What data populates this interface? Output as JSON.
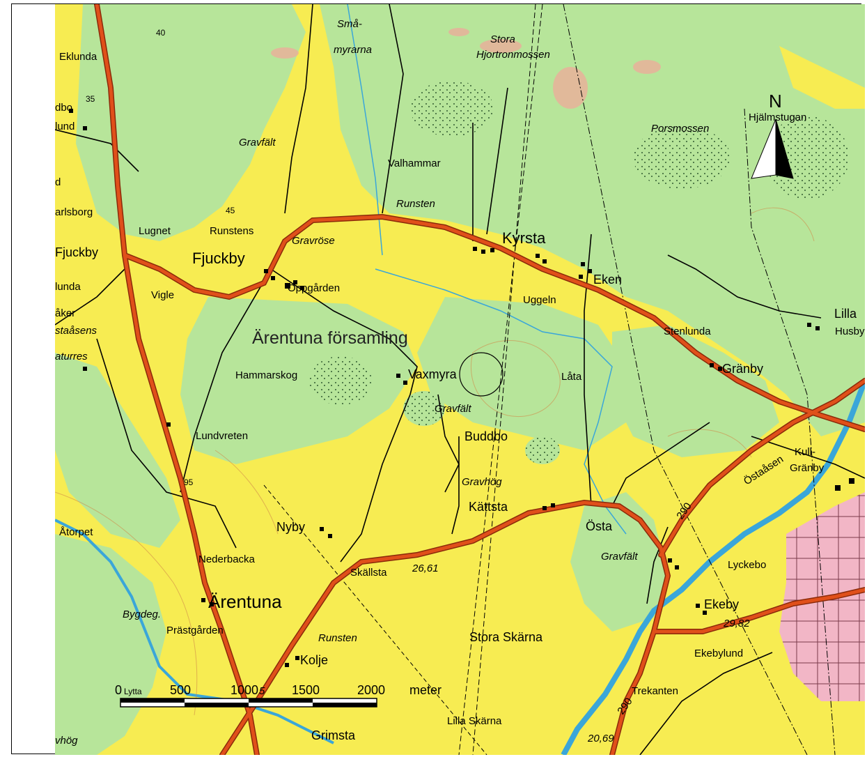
{
  "north_label": "N",
  "area_name": "Ärentuna församling",
  "place_names": {
    "smamyrarna_1": "Små-",
    "smamyrarna_2": "myrarna",
    "stora_hj_1": "Stora",
    "stora_hj_2": "Hjortronmossen",
    "eklunda": "Eklunda",
    "dbo": "dbo",
    "lund": "lund",
    "d": "d",
    "arlsborg": "arlsborg",
    "fjuckby_west": "Fjuckby",
    "lunda": "lunda",
    "aker": "åker",
    "staasens": "staåsens",
    "aturres": "aturres",
    "hjalmstugan": "Hjälmstugan",
    "porsmossen": "Porsmossen",
    "gravfalt_1": "Gravfält",
    "valhammar": "Valhammar",
    "runsten_1": "Runsten",
    "lugnet": "Lugnet",
    "runstens": "Runstens",
    "gravrose": "Gravröse",
    "fjuckby": "Fjuckby",
    "kyrsta": "Kyrsta",
    "vigle": "Vigle",
    "oppgarden": "Oppgården",
    "uggeln": "Uggeln",
    "eken": "Eken",
    "stenlunda": "Stenlunda",
    "lilla": "Lilla",
    "husby": "Husby",
    "hammarskog": "Hammarskog",
    "vaxmyra": "Vaxmyra",
    "lata": "Låta",
    "granby": "Gränby",
    "gravfalt_2": "Gravfält",
    "lundvreten": "Lundvreten",
    "buddbo": "Buddbo",
    "kull": "Kull-",
    "granby2": "Gränby",
    "ostaasen": "Östaåsen",
    "gravhog": "Gravhög",
    "kattsta": "Kättsta",
    "osta": "Östa",
    "atorpet": "Åtorpet",
    "nyby": "Nyby",
    "nederbacka": "Nederbacka",
    "gravfalt_3": "Gravfält",
    "lyckebo": "Lyckebo",
    "skallsta": "Skällsta",
    "elev_2661": "26,61",
    "arentuna": "Ärentuna",
    "ekeby": "Ekeby",
    "elev_2982": "29,82",
    "bygdeg": "Bygdeg.",
    "prastgarden": "Prästgården",
    "runsten_2": "Runsten",
    "stora_skarna": "Stora Skärna",
    "ekebylund": "Ekebylund",
    "kolje": "Kolje",
    "trekanten": "Trekanten",
    "lilla_skarna": "Lilla Skärna",
    "elev_2069": "20,69",
    "grimsta": "Grimsta",
    "hog": "vhög",
    "road_290_a": "290",
    "road_290_b": "290",
    "contour_35": "35",
    "contour_40": "40",
    "contour_45": "45",
    "contour_95": "95"
  },
  "scale_bar": {
    "ticks": [
      "0",
      "500",
      "1000",
      "1500",
      "2000"
    ],
    "unit": "meter",
    "overlap_text": "Lytta",
    "overlap_text_2": "5"
  },
  "colors": {
    "field": "#f7ec52",
    "forest": "#b7e59a",
    "road": "#e0501a",
    "road_casing": "#8a2a0a",
    "water": "#3aa6d9",
    "urban": "#f2b6c6",
    "marsh_pink": "#f2a69a"
  }
}
